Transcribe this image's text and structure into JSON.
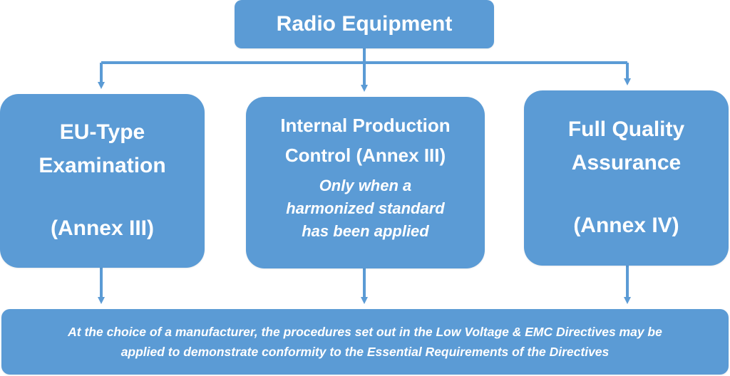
{
  "colors": {
    "box": "#5b9bd5",
    "connector": "#5b9bd5",
    "text": "#ffffff"
  },
  "top": {
    "label": "Radio Equipment"
  },
  "left": {
    "line1": "EU-Type",
    "line2": "Examination",
    "annex": "(Annex III)"
  },
  "middle": {
    "line1": "Internal Production",
    "line2": "Control (Annex III)",
    "note1": "Only when a",
    "note2": "harmonized standard",
    "note3": "has been applied"
  },
  "right": {
    "line1": "Full Quality",
    "line2": "Assurance",
    "annex": "(Annex IV)"
  },
  "bottom": {
    "line1": "At the choice of a manufacturer, the procedures set out in the Low Voltage & EMC Directives may be",
    "line2": "applied to demonstrate conformity to the Essential Requirements of the Directives"
  }
}
